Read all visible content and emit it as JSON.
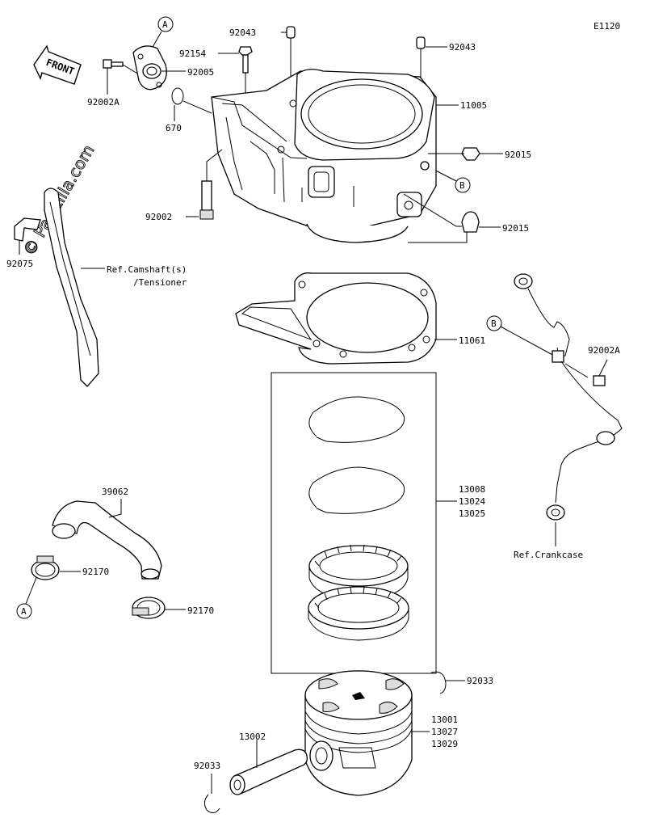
{
  "diagram_code": "E1120",
  "watermark": "© Partzilla.com",
  "front_label": "FRONT",
  "callouts": {
    "a_top": "A",
    "a_bottom": "A",
    "b_right": "B",
    "b_left": "B"
  },
  "labels": {
    "p92043_left": "92043",
    "p92043_right": "92043",
    "p92154": "92154",
    "p92005": "92005",
    "p92002A_top": "92002A",
    "p670": "670",
    "p11005": "11005",
    "p92015_top": "92015",
    "p92015_bottom": "92015",
    "p92002": "92002",
    "p92075": "92075",
    "ref_cam_1": "Ref.Camshaft(s)",
    "ref_cam_2": "/Tensioner",
    "p11061": "11061",
    "p92002A_right": "92002A",
    "rings_1": "13008",
    "rings_2": "13024",
    "rings_3": "13025",
    "p39062": "39062",
    "p92170_a": "92170",
    "p92170_b": "92170",
    "ref_crankcase": "Ref.Crankcase",
    "p92033_right": "92033",
    "piston_1": "13001",
    "piston_2": "13027",
    "piston_3": "13029",
    "p13002": "13002",
    "p92033_left": "92033"
  }
}
